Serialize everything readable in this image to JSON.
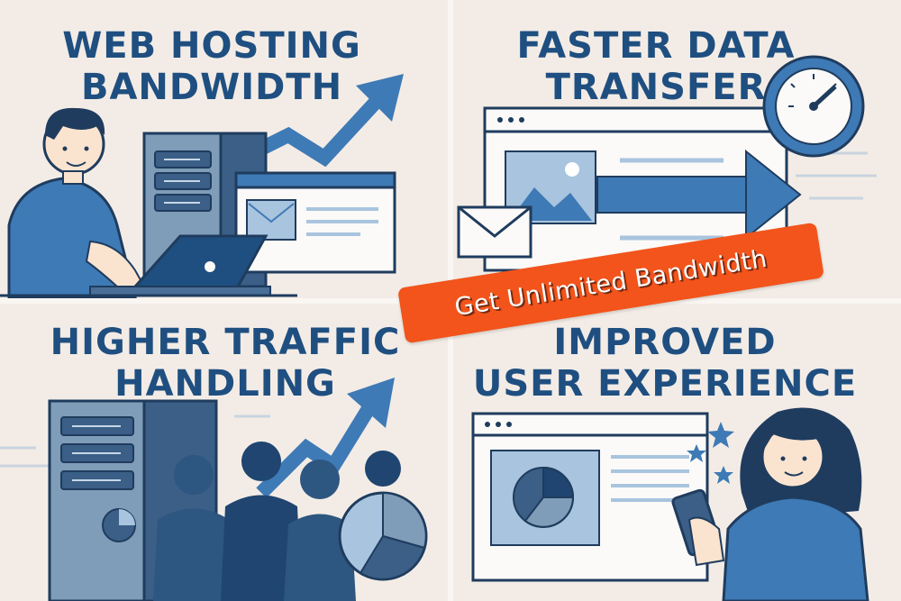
{
  "panels": {
    "web_hosting": {
      "line1": "WEB HOSTING",
      "line2": "BANDWIDTH"
    },
    "faster_transfer": {
      "line1": "FASTER DATA",
      "line2": "TRANSFER"
    },
    "higher_traffic": {
      "line1": "HIGHER TRAFFIC",
      "line2": "HANDLING"
    },
    "user_experience": {
      "line1": "IMPROVED",
      "line2": "USER EXPERIENCE"
    }
  },
  "cta": {
    "label": "Get Unlimited Bandwidth"
  },
  "colors": {
    "background": "#f3ece6",
    "navy": "#1f4f80",
    "blue": "#3e7ab5",
    "light_blue": "#a9c4de",
    "accent": "#f2541b"
  }
}
